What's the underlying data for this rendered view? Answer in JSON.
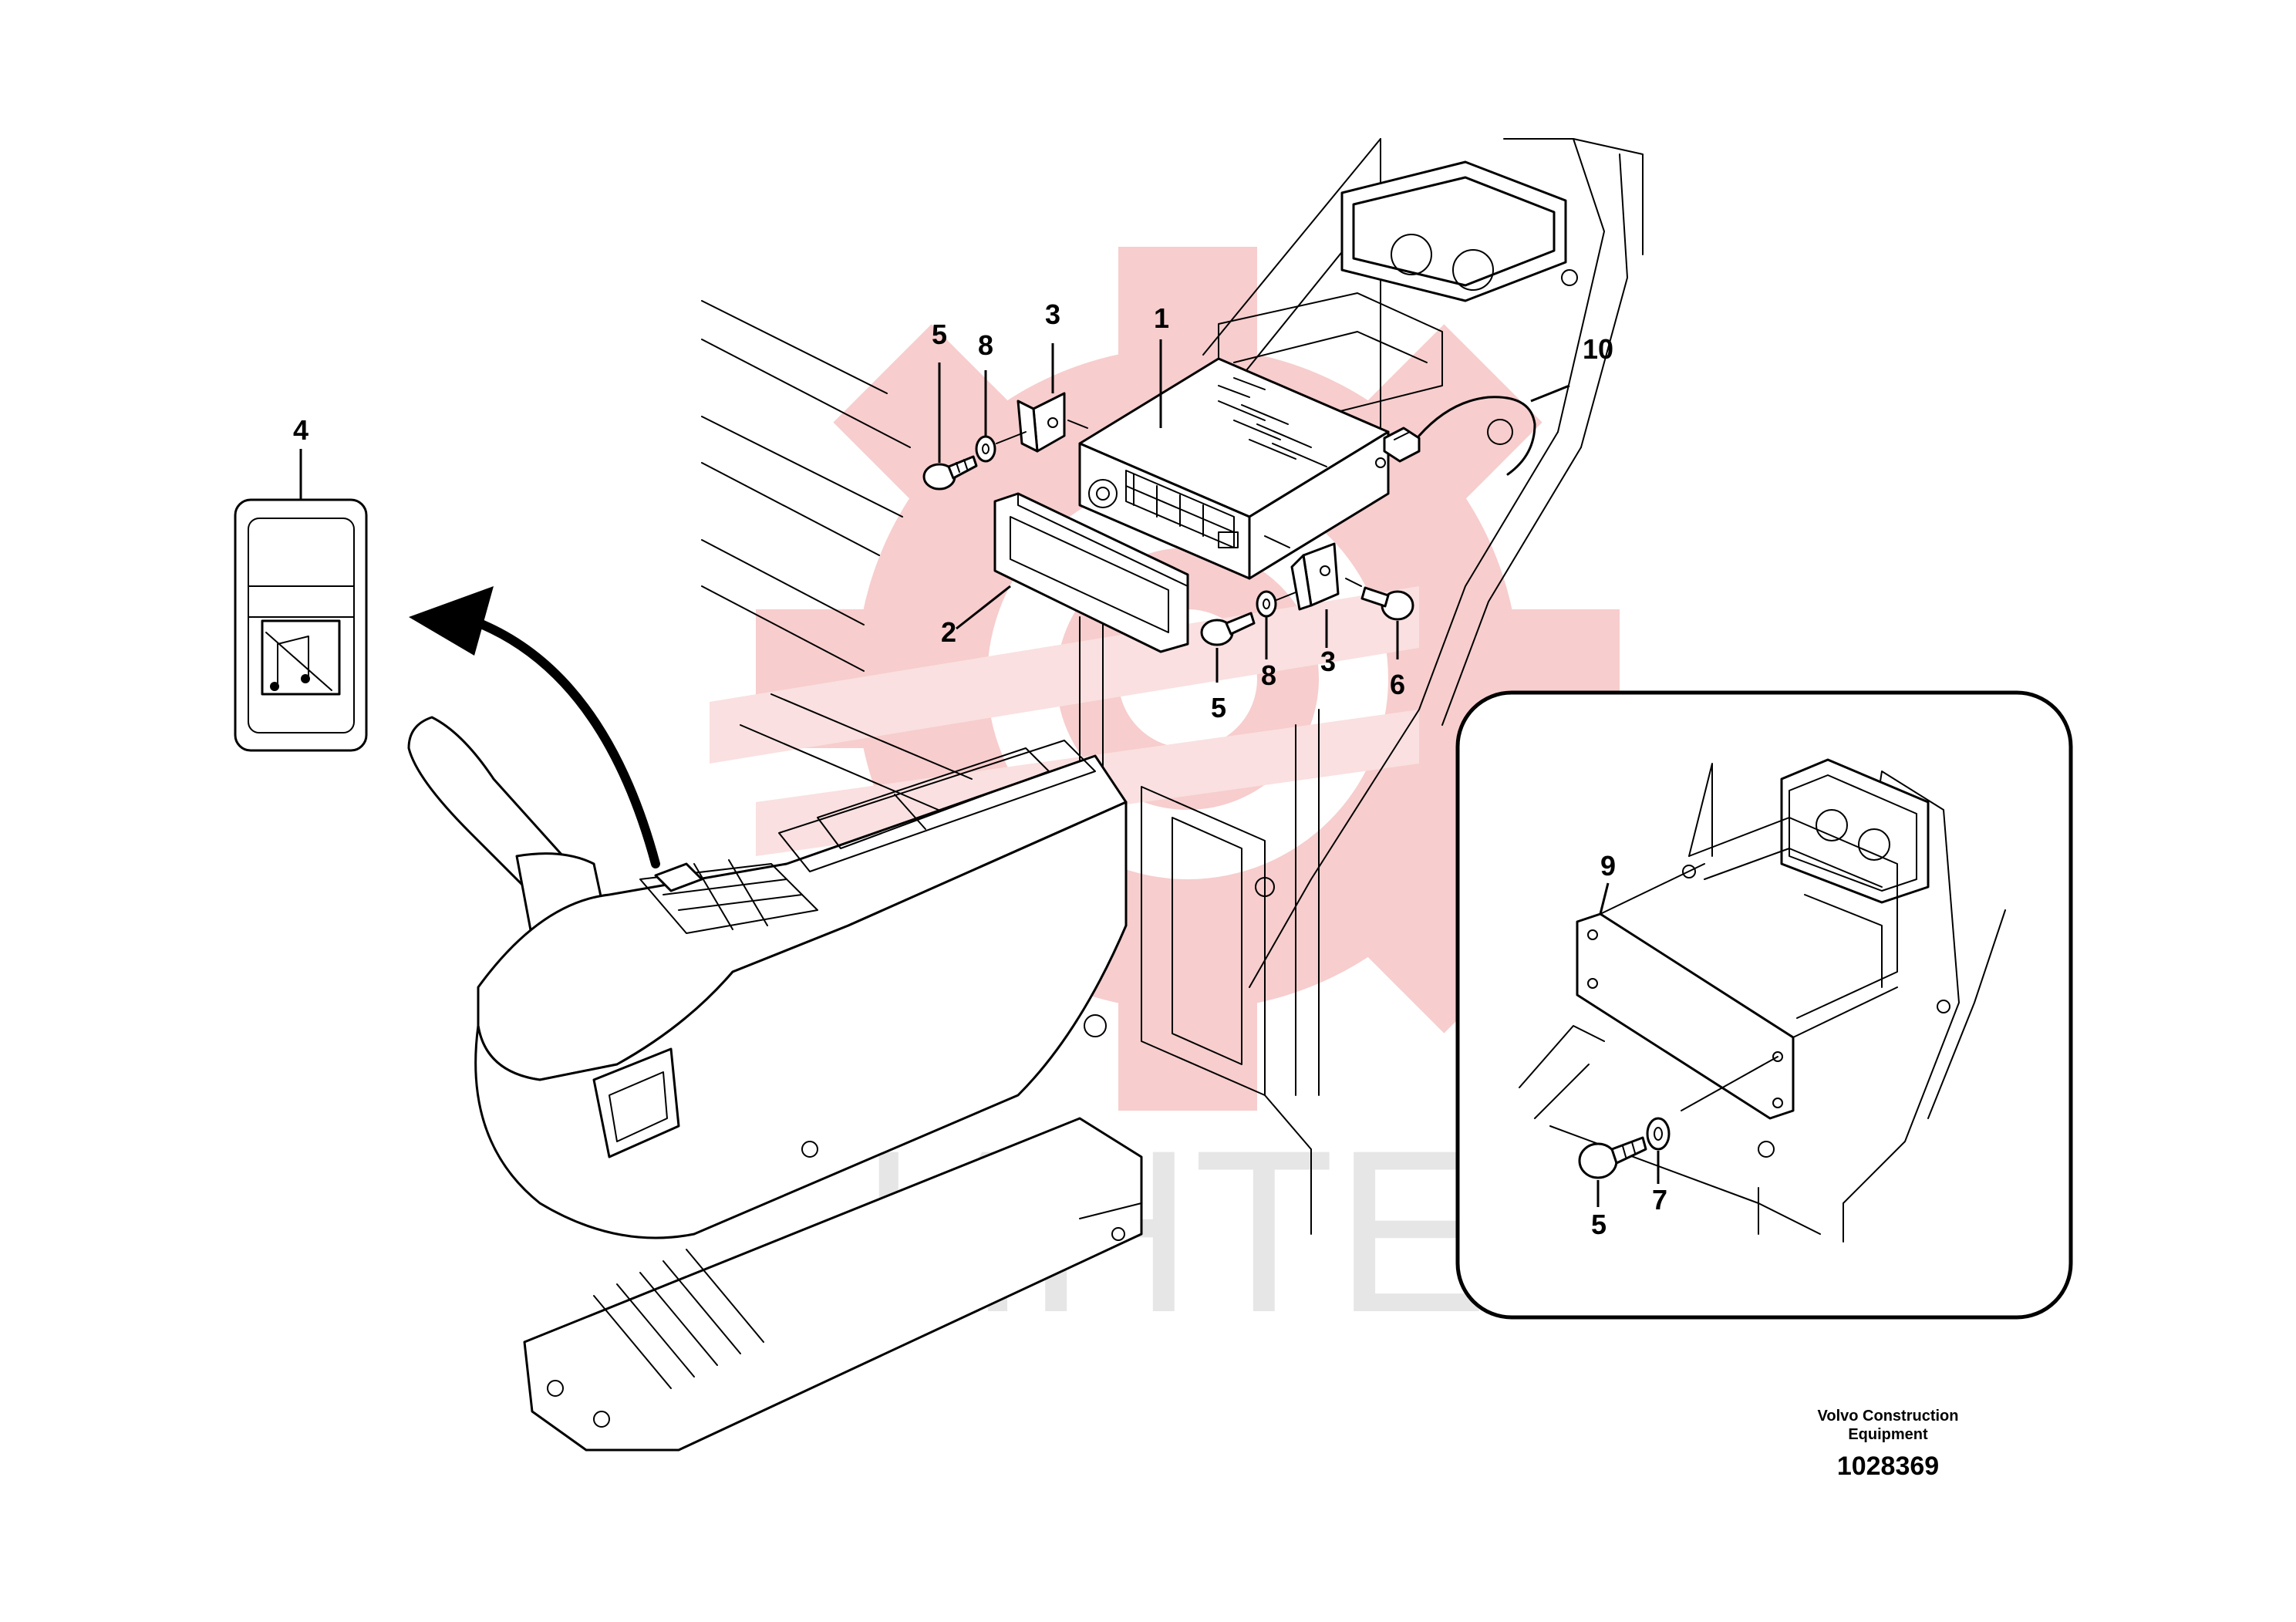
{
  "diagram": {
    "callouts": {
      "c1": "1",
      "c2": "2",
      "c3a": "3",
      "c3b": "3",
      "c4": "4",
      "c5a": "5",
      "c5b": "5",
      "c5c": "5",
      "c6": "6",
      "c7": "7",
      "c8a": "8",
      "c8b": "8",
      "c9": "9",
      "c10": "10"
    },
    "watermark": {
      "text": "ИНТЕХ",
      "gear_color": "#f2a6a6",
      "text_color": "#d9d9d9"
    },
    "credit": {
      "company_line1": "Volvo Construction",
      "company_line2": "Equipment",
      "drawing_number": "1028369"
    },
    "icons": {
      "switch_symbol": "music-note-icon",
      "arrow": "curved-arrow-icon"
    }
  }
}
